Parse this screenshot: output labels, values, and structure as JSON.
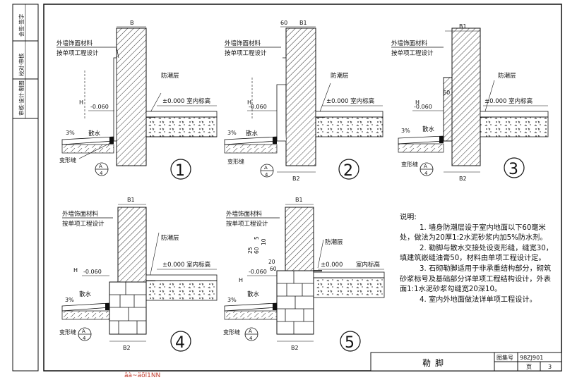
{
  "title_block": {
    "title": "勒脚",
    "atlas_label": "图集号",
    "atlas_value": "98ZJ901",
    "page_label": "页",
    "page_value": "3"
  },
  "side_strip": {
    "r1": "会签·签字",
    "r2": "校对·审核",
    "r3": "审核·设计·制图"
  },
  "labels": {
    "finish": "外墙饰面材料",
    "finish2": "按单项工程设计",
    "dpc": "防潮层",
    "level": "±0.000 室内标高",
    "level2": "±0.000",
    "level2b": "室内标高",
    "ext_level": "-0.060",
    "apron": "散水",
    "slope": "3%",
    "joint": "变形缝",
    "mark_top": "A",
    "mark_bot": "4",
    "B": "B",
    "B1": "B1",
    "B2": "B2",
    "H": "H",
    "d60": "60",
    "d20": "20",
    "d25": "25",
    "d60b": "60",
    "d5": "5",
    "d10": "10"
  },
  "details": [
    "1",
    "2",
    "3",
    "4",
    "5"
  ],
  "notes": {
    "heading": "说明:",
    "n1a": "1. 墙身防潮层设于室内地面以下60毫米",
    "n1b": "处，做法为20厚1:2水泥砂浆内加5%防水剂。",
    "n2a": "2. 勒脚与散水交接处设变形缝，缝宽30，",
    "n2b": "填建筑嵌缝油膏50，材料由单项工程设计定。",
    "n3a": "3. 石砌勒脚适用于非承重结构部分，砌筑",
    "n3b": "砂浆标号及基础部分详单项工程结构设计，外表",
    "n3c": "面1:1水泥砂浆勾缝宽20深10。",
    "n4": "4. 室内外地面做法详单项工程设计。"
  },
  "stamp": "âà~äõl1NN",
  "colors": {
    "line": "#111111",
    "hatch": "#333333",
    "paper": "#ffffff"
  }
}
